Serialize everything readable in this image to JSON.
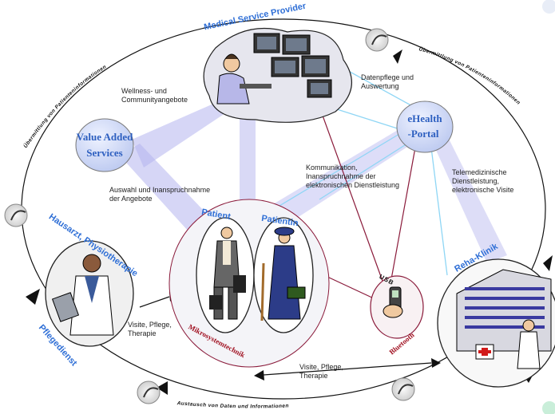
{
  "title_provider": "Medical Service Provider",
  "ring_top_left": "Übermittlung von Patienteninformationen",
  "ring_top_right": "Übermittlung von Patienteninformationen",
  "ring_bottom": "Austausch von Daten und Informationen",
  "label_wellness": [
    "Wellness- und",
    "Communityangebote"
  ],
  "label_datenpflege": [
    "Datenpflege und",
    "Auswertung"
  ],
  "label_kommunikation": [
    "Kommunikation,",
    "Inanspruchnahme der",
    "elektronischen Dienstleistung"
  ],
  "label_telemedizin": [
    "Telemedizinische",
    "Dienstleistung,",
    "elektronische Visite"
  ],
  "label_auswahl": [
    "Auswahl und Inanspruchnahme",
    "der Angebote"
  ],
  "label_visite_left": [
    "Visite, Pflege,",
    "Therapie"
  ],
  "label_visite_bottom": [
    "Visite, Pflege,",
    "Therapie"
  ],
  "node_value_added": [
    "Value Added",
    "Services"
  ],
  "node_ehealth": [
    "eHealth",
    "-Portal"
  ],
  "node_patient": "Patient",
  "node_patientin": "Patientin",
  "node_hausarzt": "Hausarzt, Physiotherapie",
  "node_pflegedienst": "Pflegedienst",
  "node_reha": "Reha-Klinik",
  "node_mikro": "Mikrosystemtechnik",
  "node_usb": "USB",
  "node_bluetooth": "Bluetooth",
  "colors": {
    "accent_blue": "#2f6fd6",
    "link_blue": "#8fd6f5",
    "link_purple": "#b4b4ee",
    "link_dark_red": "#8a1a3a",
    "node_fill": "#d7dff7",
    "cloud_fill": "#e6e6ee"
  }
}
